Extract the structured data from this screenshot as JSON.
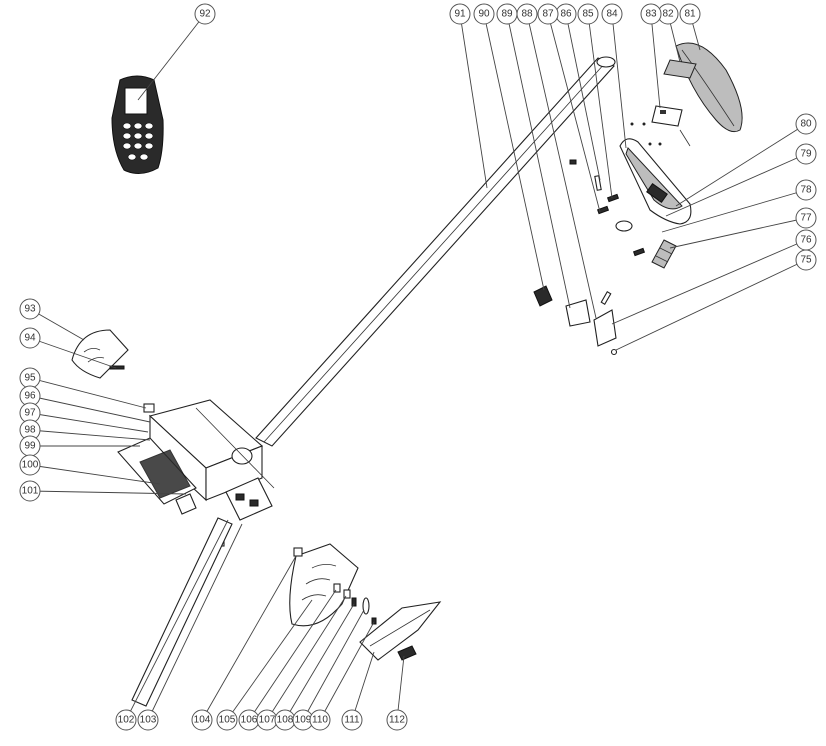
{
  "diagram": {
    "part_numbers": [
      "75",
      "76",
      "77",
      "78",
      "79",
      "80",
      "81",
      "82",
      "83",
      "84",
      "85",
      "86",
      "87",
      "88",
      "89",
      "90",
      "91",
      "92",
      "93",
      "94",
      "95",
      "96",
      "97",
      "98",
      "99",
      "100",
      "101",
      "102",
      "103",
      "104",
      "105",
      "106",
      "107",
      "108",
      "109",
      "110",
      "111",
      "112"
    ]
  },
  "colors": {
    "line": "#222222",
    "shade": "#bdbdbd",
    "dark": "#2a2a2a",
    "background": "#ffffff"
  }
}
